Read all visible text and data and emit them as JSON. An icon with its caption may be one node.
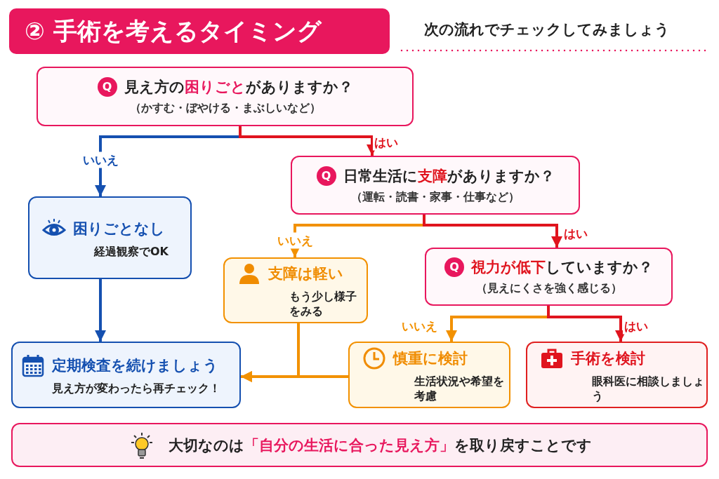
{
  "diagram": {
    "title": "② 手術を考えるタイミング",
    "nodes": [
      {
        "text": [
          "Q",
          "見え方の**困りごと**がありますか？",
          "（かすむ・ぼやける・まぶしいなど）"
        ]
      },
      {
        "text": [
          "Q",
          "日常生活に**支障**がありますか？",
          "（運転・読書・家事・仕事など）"
        ]
      },
      {
        "text": [
          "困りごとなし",
          "経過観察でOK"
        ]
      },
      {
        "text": [
          "Q",
          "**視力が低下**していますか？",
          "（見えにくさを強く感じる）"
        ]
      },
      {
        "text": [
          "支障は軽い",
          "もう少し様子をみる"
        ]
      },
      {
        "text": [
          "定期検査を続けましょう",
          "見え方が変わったら再チェック！"
        ]
      },
      {
        "text": [
          "慎重に検討",
          "生活状況や希望を考慮"
        ]
      },
      {
        "text": [
          "手術を検討",
          "眼科医に相談しましょう"
        ]
      },
      {
        "text": [
          "大切なのは**「自分の生活に合った見え方」**を取り戻すことです"
        ]
      }
    ],
    "edges": [
      {
        "from": 0,
        "to": 2,
        "arrow": "to",
        "label": "いいえ",
        "color": "#1550b0"
      },
      {
        "from": 0,
        "to": 1,
        "arrow": "to",
        "label": "はい",
        "color": "#e0141e"
      },
      {
        "from": 2,
        "to": 5,
        "arrow": "to",
        "color": "#1550b0"
      },
      {
        "from": 1,
        "to": 4,
        "arrow": "to",
        "label": "いいえ",
        "color": "#f29100"
      },
      {
        "from": 1,
        "to": 3,
        "arrow": "to",
        "label": "はい",
        "color": "#e0141e"
      },
      {
        "from": 3,
        "to": 6,
        "arrow": "to",
        "label": "いいえ",
        "color": "#f29100"
      },
      {
        "from": 3,
        "to": 7,
        "arrow": "to",
        "label": "はい",
        "color": "#e0141e"
      },
      {
        "from": 4,
        "to": 5,
        "arrow": "to",
        "color": "#f29100"
      },
      {
        "from": 6,
        "to": 5,
        "arrow": "to",
        "color": "#f29100"
      }
    ],
    "labels": [
      "次の流れでチェックしてみましょう"
    ]
  }
}
